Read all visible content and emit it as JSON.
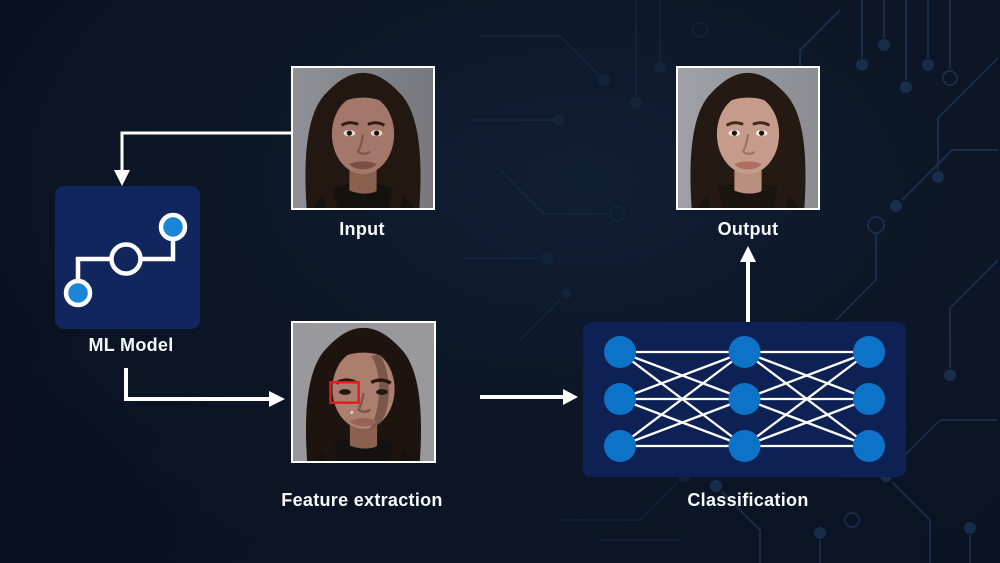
{
  "diagram": {
    "title_context": "machine-learning face recognition pipeline",
    "labels": {
      "input": "Input",
      "ml_model": "ML Model",
      "feature_extraction": "Feature extraction",
      "classification": "Classification",
      "output": "Output"
    },
    "network": {
      "layers": 3,
      "nodes_per_layer": 3,
      "fully_connected": true
    },
    "icons": {
      "ml_model": "ml-model-nodes-icon",
      "classification": "neural-network-icon",
      "background": "circuit-board-pattern"
    },
    "colors": {
      "background": "#0b1424",
      "panel_navy": "#10265c",
      "classification_navy": "#0d2154",
      "node_blue": "#0d73c8",
      "accent_blue": "#1b85d8",
      "arrow_white": "#ffffff",
      "label_white": "#f7f8fa",
      "feature_highlight_red": "#e11d1d",
      "circuit_trace": "#24456e"
    }
  }
}
